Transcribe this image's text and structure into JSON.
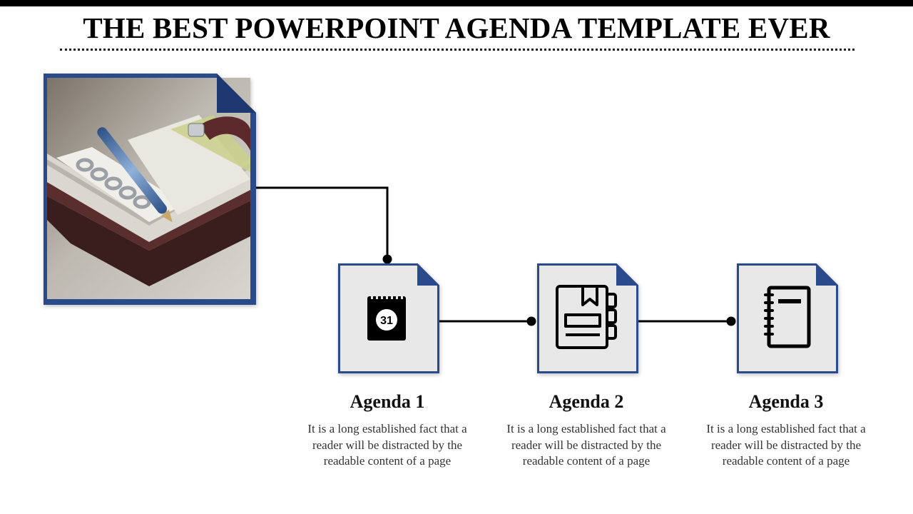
{
  "slide": {
    "title": "THE BEST POWERPOINT AGENDA TEMPLATE EVER",
    "accent_color": "#2B4A8B",
    "card_fill": "#E8E8E8"
  },
  "photo": {
    "subject": "open ring planner with pen"
  },
  "agendas": [
    {
      "title": "Agenda 1",
      "description": "It is a long established fact that a reader will be distracted by the readable content of a page",
      "icon": "calendar-icon",
      "icon_text": "31"
    },
    {
      "title": "Agenda 2",
      "description": "It is a long established fact that a reader will be distracted by the readable content of a page",
      "icon": "planner-book-icon"
    },
    {
      "title": "Agenda 3",
      "description": "It is a long established fact that a reader will be distracted by the readable content of a page",
      "icon": "notebook-icon"
    }
  ]
}
